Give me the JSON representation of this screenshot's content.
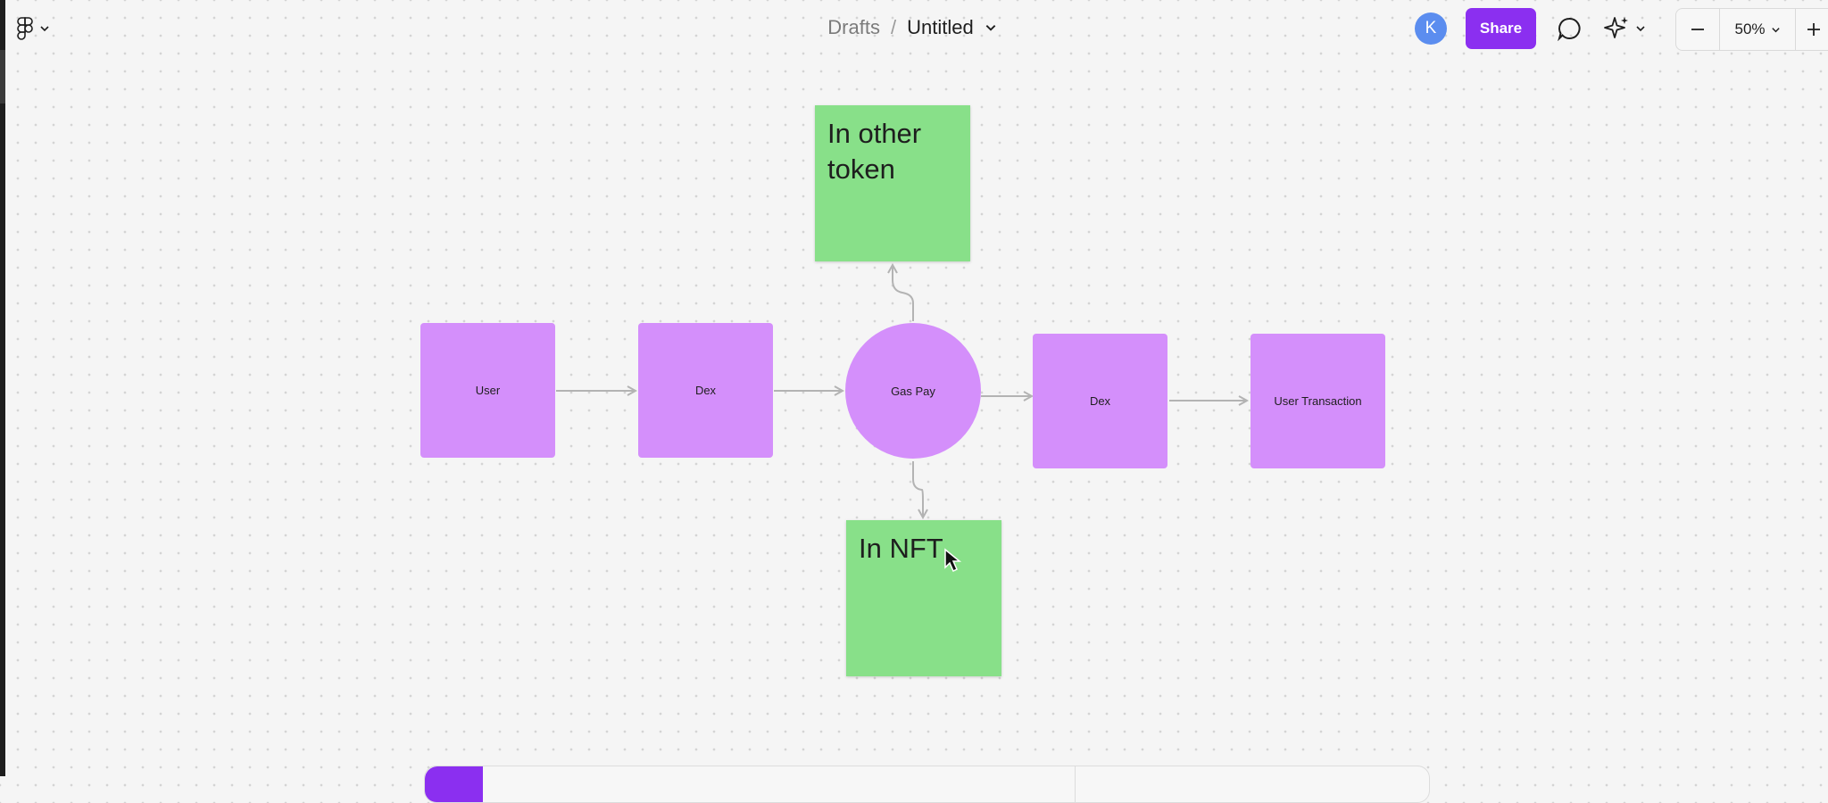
{
  "header": {
    "breadcrumb_parent": "Drafts",
    "breadcrumb_separator": "/",
    "file_title": "Untitled",
    "avatar_initial": "K",
    "share_label": "Share",
    "zoom_level": "50%"
  },
  "colors": {
    "accent": "#8b2ff0",
    "avatar": "#5b8def",
    "shape_fill": "#d48ffb",
    "sticky_fill": "#88e089",
    "connector": "#b3b3b3"
  },
  "icons": {
    "menu": "figma-logo-icon",
    "comment": "comment-bubble-icon",
    "ai": "sparkle-icon",
    "zoom_out": "minus-icon",
    "zoom_in": "plus-icon",
    "cursor": "cursor-arrow-icon"
  },
  "diagram": {
    "nodes": {
      "user": "User",
      "dex_left": "Dex",
      "gas_pay": "Gas Pay",
      "dex_right": "Dex",
      "user_transaction": "User Transaction"
    },
    "stickies": {
      "top": "In other token",
      "bottom": "In NFT"
    }
  }
}
